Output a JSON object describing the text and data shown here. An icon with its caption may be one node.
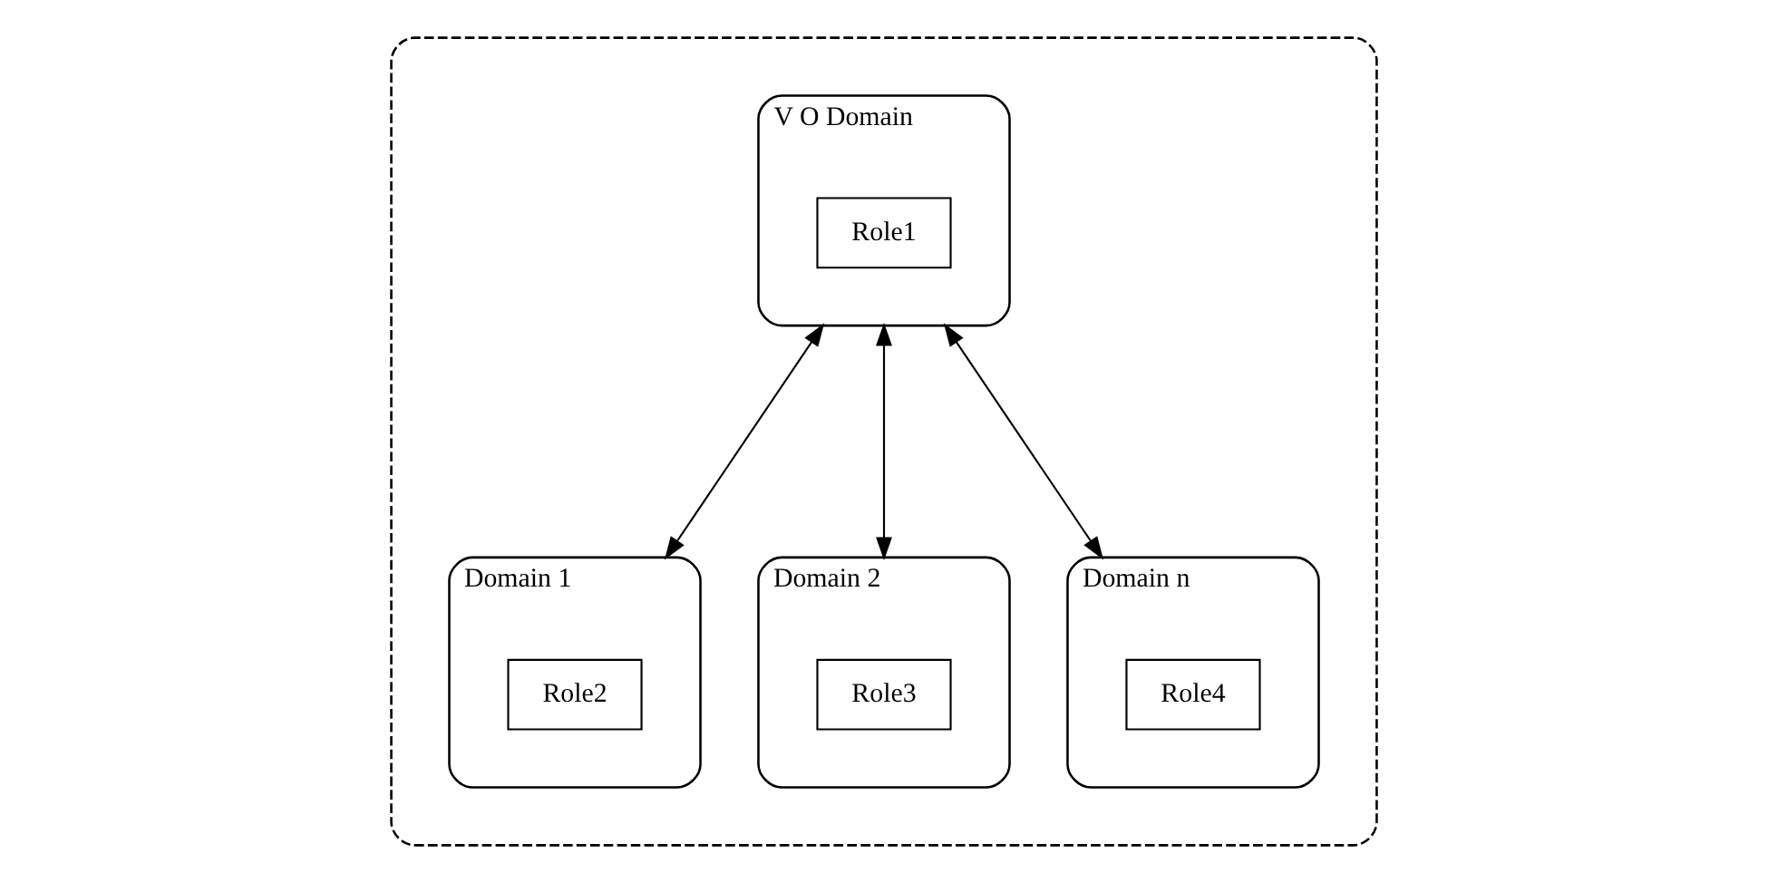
{
  "diagram": {
    "nodes": [
      {
        "text": [],
        "shape": "ellipse"
      },
      {
        "text": [
          "V O Domain"
        ],
        "in": 0
      },
      {
        "text": [
          "Role1"
        ],
        "in": 1
      },
      {
        "text": [
          "Domain 1"
        ],
        "in": 0
      },
      {
        "text": [
          "Role2"
        ],
        "in": 3
      },
      {
        "text": [
          "Domain 2"
        ],
        "in": 0
      },
      {
        "text": [
          "Role3"
        ],
        "in": 5
      },
      {
        "text": [
          "Domain n"
        ],
        "in": 0
      },
      {
        "text": [
          "Role4"
        ],
        "in": 7
      }
    ],
    "edges": [
      {
        "from": 1,
        "to": 3,
        "arrow": "both"
      },
      {
        "from": 1,
        "to": 5,
        "arrow": "both"
      },
      {
        "from": 1,
        "to": 7,
        "arrow": "both"
      }
    ]
  }
}
